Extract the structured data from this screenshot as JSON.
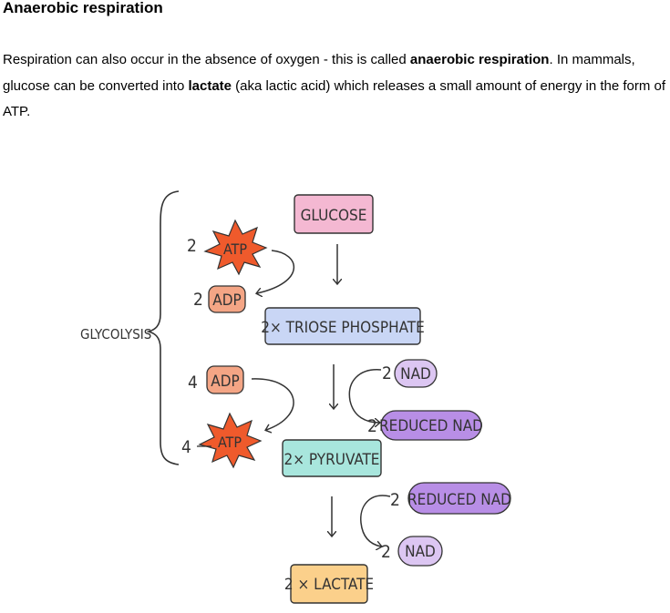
{
  "heading": "Anaerobic respiration",
  "paragraph": {
    "p1": "Respiration can also occur in the absence of oxygen - this is called ",
    "b1": "anaerobic respiration",
    "p2": ". In mammals, glucose can be converted into ",
    "b2": "lactate",
    "p3": " (aka lactic acid) which releases a small amount of energy in the form of ATP."
  },
  "diagram": {
    "glycolysis_label": "GLYCOLYSIS",
    "glucose": "GLUCOSE",
    "triose": "2× TRIOSE PHOSPHATE",
    "pyruvate": "2× PYRUVATE",
    "lactate": "2 × LACTATE",
    "atp_top_count": "2",
    "atp_label": "ATP",
    "adp_top_count": "2",
    "adp_label": "ADP",
    "adp_bottom_count": "4",
    "atp_bottom_count": "4",
    "nad_top_count": "2",
    "nad_label": "NAD",
    "reduced_top_count": "2",
    "reduced_nad_label": "REDUCED NAD",
    "reduced_bottom_count": "2",
    "nad_bottom_count": "2",
    "colors": {
      "glucose_fill": "#f4b8d2",
      "triose_fill": "#c9d6f5",
      "pyruvate_fill": "#a8e6dd",
      "lactate_fill": "#fbd08b",
      "atp_fill": "#ef5a2c",
      "adp_fill": "#f4a585",
      "nad_fill": "#dcc6f2",
      "reduced_nad_fill": "#b88ee6"
    }
  }
}
